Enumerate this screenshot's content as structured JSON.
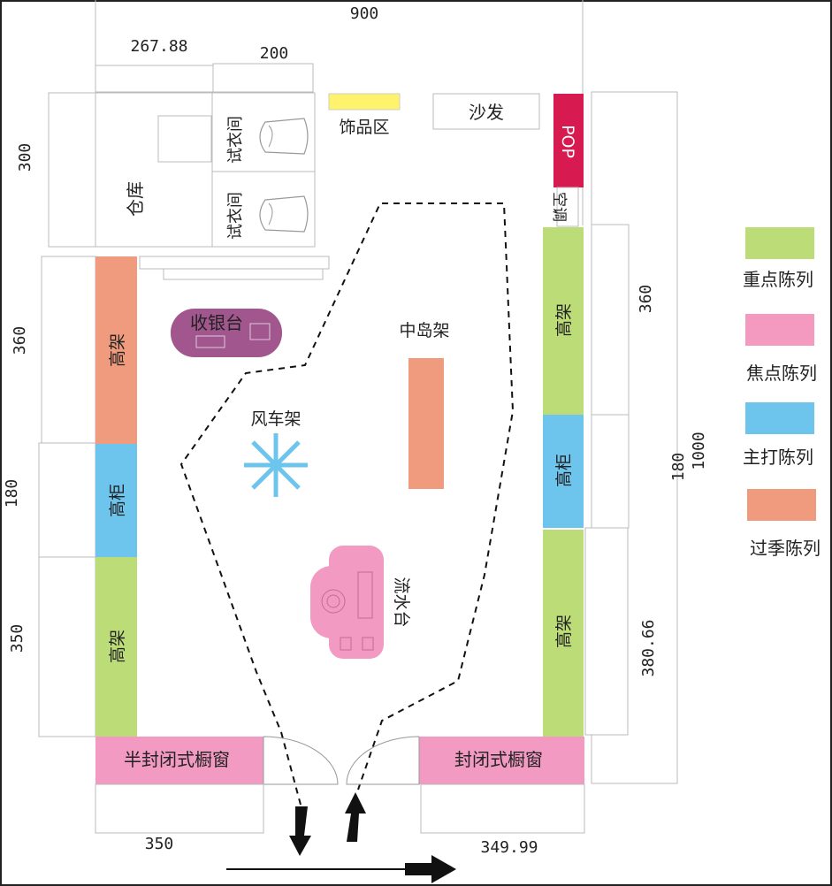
{
  "dimensions": {
    "total_width": "900",
    "top_left_width": "267.88",
    "fitting_room_width": "200",
    "top_left_height": "300",
    "left_upper_height": "360",
    "left_middle_height": "180",
    "left_lower_height": "350",
    "right_upper_height": "360",
    "right_middle_height": "180",
    "right_lower_height": "380.66",
    "total_height": "1000",
    "bottom_left_width": "350",
    "bottom_right_width": "349.99"
  },
  "areas": {
    "warehouse": "仓库",
    "fitting_room_1": "试衣间",
    "fitting_room_2": "试衣间",
    "accessories": "饰品区",
    "sofa": "沙发",
    "pop": "POP",
    "aircon": "空调",
    "cashier": "收银台",
    "island_rack": "中岛架",
    "windmill_rack": "风车架",
    "flow_table": "流水台",
    "left_high_rack_top": "高架",
    "left_high_cabinet": "高柜",
    "left_high_rack_bottom": "高架",
    "right_high_rack_top": "高架",
    "right_high_cabinet": "高柜",
    "right_high_rack_bottom": "高架",
    "semi_closed_window": "半封闭式橱窗",
    "closed_window": "封闭式橱窗"
  },
  "legend": [
    {
      "label": "重点陈列",
      "color": "#bcdc78"
    },
    {
      "label": "焦点陈列",
      "color": "#f49ac1"
    },
    {
      "label": "主打陈列",
      "color": "#6dc4ed"
    },
    {
      "label": "过季陈列",
      "color": "#f09a7e"
    }
  ],
  "colors": {
    "accessories": "#fff36b",
    "pop": "#d71a4f",
    "cashier": "#a1568e",
    "flow_table": "#f29ac2",
    "windmill": "#6dc4ed"
  }
}
